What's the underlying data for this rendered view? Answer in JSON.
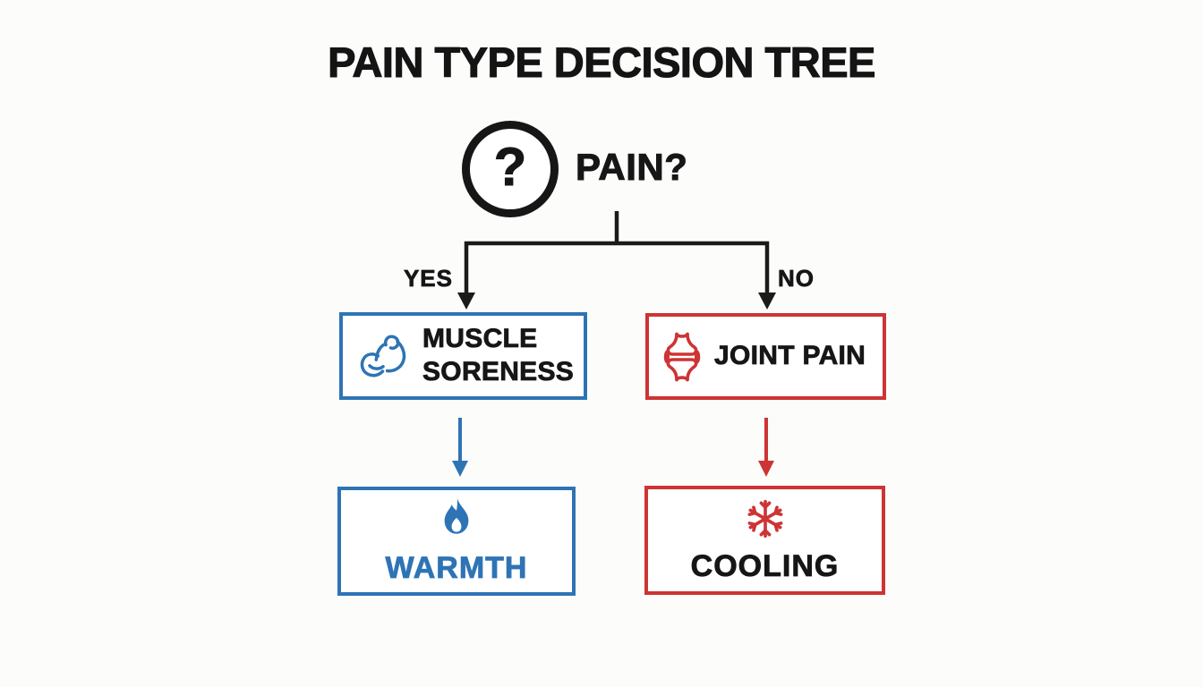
{
  "title": "PAIN TYPE DECISION TREE",
  "root": {
    "question_mark": "?",
    "label": "PAIN?"
  },
  "branch_labels": {
    "yes": "YES",
    "no": "NO"
  },
  "nodes": {
    "muscle_soreness": {
      "line1": "MUSCLE",
      "line2": "SORENESS",
      "icon": "muscle-icon"
    },
    "joint_pain": {
      "label": "JOINT PAIN",
      "icon": "joint-icon"
    },
    "warmth": {
      "label": "WARMTH",
      "icon": "flame-icon"
    },
    "cooling": {
      "label": "COOLING",
      "icon": "snowflake-icon"
    }
  },
  "colors": {
    "blue": "#2e74b5",
    "red": "#cd3434",
    "ink": "#161616",
    "background": "#fcfcfb"
  }
}
